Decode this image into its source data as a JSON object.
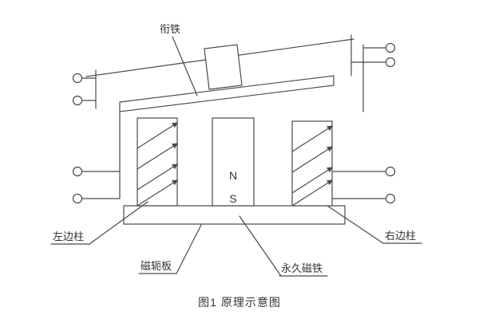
{
  "figure": {
    "caption": "图1  原理示意图",
    "labels": {
      "armature": "衔铁",
      "left_column": "左边柱",
      "yoke_plate": "磁轭板",
      "permanent_magnet": "永久磁铁",
      "right_column": "右边柱"
    },
    "magnet_poles": {
      "north": "N",
      "south": "S"
    },
    "colors": {
      "line": "#4a4a4a",
      "text": "#333333",
      "background": "#ffffff"
    }
  }
}
